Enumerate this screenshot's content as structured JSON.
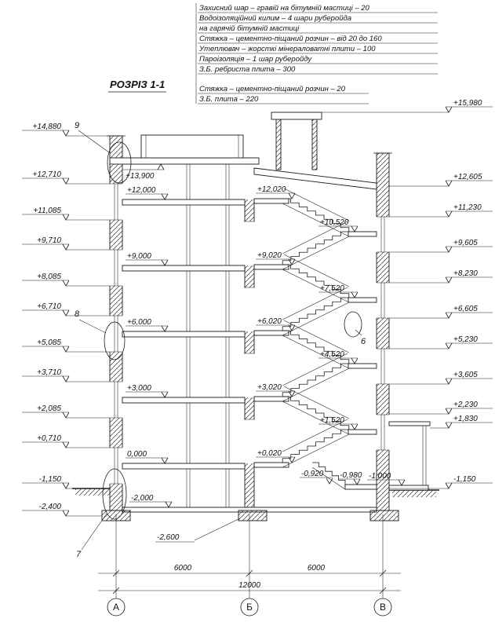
{
  "title": "РОЗРІЗ 1-1",
  "spec_top": [
    "Захисний шар – гравій на бітумній мастиці – 20",
    "Водоізоляційний килим – 4 шари руберойда",
    "на гарячій бітумній мастиці",
    "Стяжка – цементно-піщаний розчин – від 20 до 160",
    "Утеплювач – жорсткі мінераловатні плити – 100",
    "Пароізоляція – 1 шар руберойду",
    "З.Б. ребриста плита – 300"
  ],
  "spec_floor": [
    "Стяжка – цементно-піщаний розчин – 20",
    "З.Б. плита – 220"
  ],
  "left_marks": [
    "+14,880",
    "+12,710",
    "+11,085",
    "+9,710",
    "+8,085",
    "+6,710",
    "+5,085",
    "+3,710",
    "+2,085",
    "+0,710",
    "-1,150",
    "-2,400"
  ],
  "right_marks": [
    "+15,980",
    "+12,605",
    "+11,230",
    "+9,605",
    "+8,230",
    "+6,605",
    "+5,230",
    "+3,605",
    "+2,230",
    "+1,830",
    "-1,150"
  ],
  "bay_marks": [
    "+13,900",
    "+12,000",
    "+9,000",
    "+6,000",
    "+3,000",
    "0,000",
    "-2,000",
    "-2,600"
  ],
  "stair_marks": [
    "+12,020",
    "+10,520",
    "+9,020",
    "+7,520",
    "+6,020",
    "+4,520",
    "+3,020",
    "+1,520",
    "+0,020",
    "-0,920",
    "-0,980",
    "-1,000"
  ],
  "details": [
    "9",
    "8",
    "7",
    "6"
  ],
  "dims": [
    "6000",
    "6000",
    "12000"
  ],
  "axes": [
    "А",
    "Б",
    "В"
  ]
}
